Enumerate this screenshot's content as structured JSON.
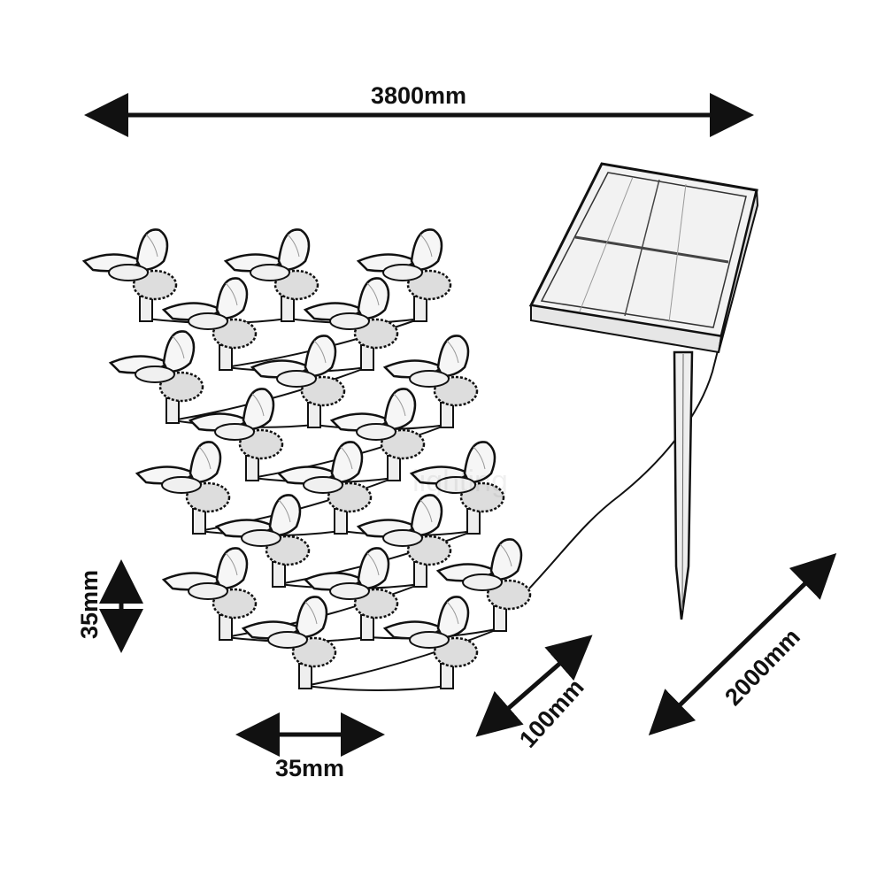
{
  "dimensions": {
    "total_length": "3800mm",
    "light_height": "35mm",
    "light_width": "35mm",
    "light_spacing": "100mm",
    "lead_cable": "2000mm"
  },
  "watermark": "love lighting",
  "colors": {
    "line": "#111111",
    "fill": "#f4f4f4"
  }
}
